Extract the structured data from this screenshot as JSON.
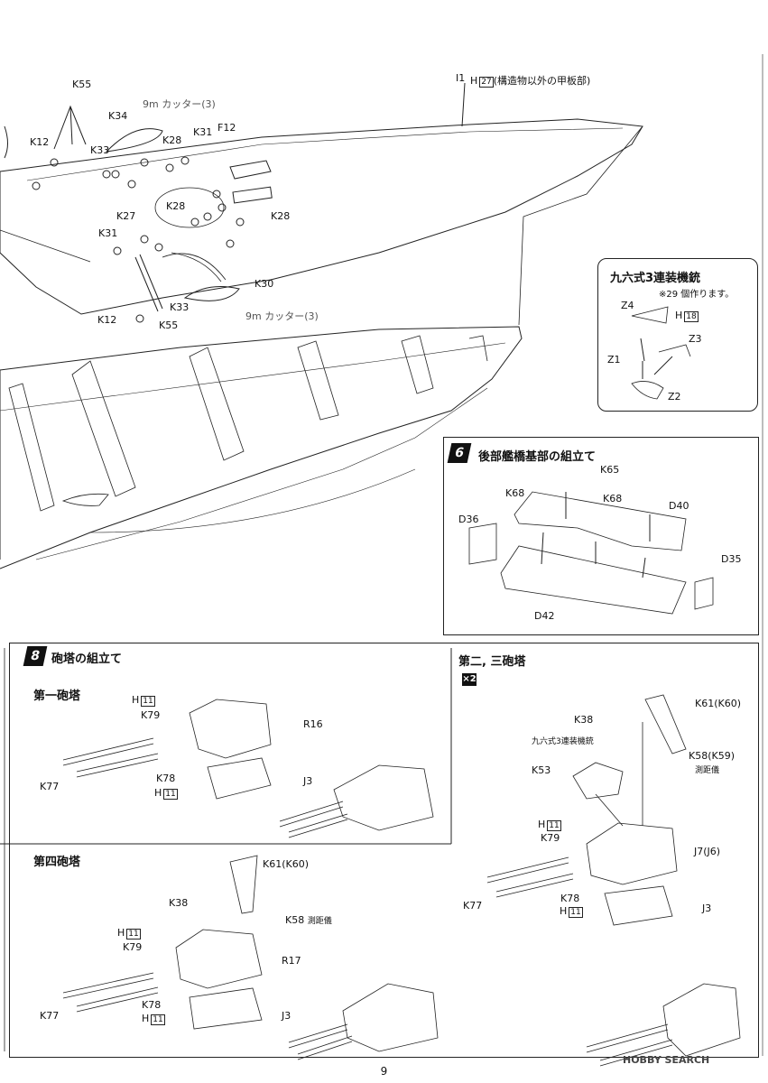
{
  "page_number": "9",
  "hull_section": {
    "deck_label_a": "I1",
    "deck_label_b": "H",
    "deck_label_num": "27",
    "deck_note": "(構造物以外の甲板部)",
    "cutter_top": "9m カッター(3)",
    "cutter_bottom": "9m カッター(3)",
    "parts": [
      "K55",
      "K34",
      "K12",
      "K33",
      "K28",
      "K31",
      "F12",
      "K27",
      "K28",
      "K28",
      "K31",
      "K30",
      "K33",
      "K12",
      "K55"
    ]
  },
  "aa_gun_box": {
    "title": "九六式3連装機銃",
    "note": "※29 個作ります。",
    "h_letter": "H",
    "h_num": "18",
    "parts": [
      "Z4",
      "Z3",
      "Z1",
      "Z2"
    ]
  },
  "step6": {
    "number": "6",
    "title": "後部艦橋基部の組立て",
    "parts": [
      "K65",
      "K68",
      "K68",
      "D40",
      "D36",
      "D35",
      "D42"
    ]
  },
  "step8": {
    "number": "8",
    "title": "砲塔の組立て",
    "turret1": {
      "title": "第一砲塔",
      "parts": [
        "K79",
        "R16",
        "K77",
        "K78",
        "J3"
      ],
      "h_letter": "H",
      "h_num": "11"
    },
    "turret4": {
      "title": "第四砲塔",
      "parts": [
        "K61(K60)",
        "K38",
        "K58",
        "K79",
        "R17",
        "K77",
        "K78",
        "J3"
      ],
      "rangefinder": "測距儀",
      "h_letter": "H",
      "h_num": "11"
    },
    "turret23": {
      "title": "第二, 三砲塔",
      "multiplier": "×2",
      "aa_label": "九六式3連装機銃",
      "rangefinder": "測距儀",
      "parts": [
        "K61(K60)",
        "K38",
        "K58(K59)",
        "K53",
        "K79",
        "J7(J6)",
        "K77",
        "K78",
        "J3"
      ],
      "h_letter": "H",
      "h_num": "11"
    }
  },
  "watermark": "HOBBY SEARCH"
}
